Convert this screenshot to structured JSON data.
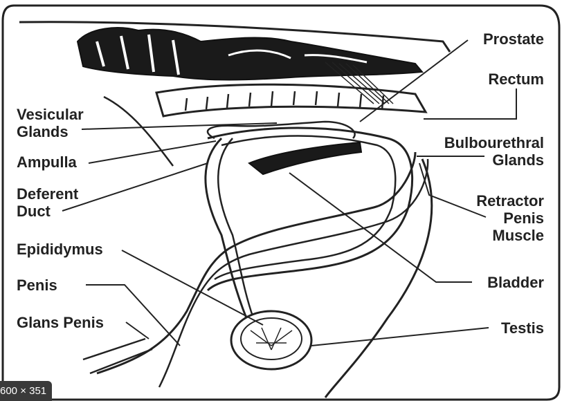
{
  "image": {
    "size_badge": "600 × 351"
  },
  "diagram": {
    "labels_left": [
      {
        "id": "vesicular-glands",
        "text": "Vesicular\nGlands"
      },
      {
        "id": "ampulla",
        "text": "Ampulla"
      },
      {
        "id": "deferent-duct",
        "text": "Deferent\nDuct"
      },
      {
        "id": "epididymus",
        "text": "Epididymus"
      },
      {
        "id": "penis",
        "text": "Penis"
      },
      {
        "id": "glans-penis",
        "text": "Glans Penis"
      }
    ],
    "labels_right": [
      {
        "id": "prostate",
        "text": "Prostate"
      },
      {
        "id": "rectum",
        "text": "Rectum"
      },
      {
        "id": "bulbourethral-glands",
        "text": "Bulbourethral\nGlands"
      },
      {
        "id": "retractor-penis-muscle",
        "text": "Retractor\nPenis\nMuscle"
      },
      {
        "id": "bladder",
        "text": "Bladder"
      },
      {
        "id": "testis",
        "text": "Testis"
      }
    ]
  }
}
